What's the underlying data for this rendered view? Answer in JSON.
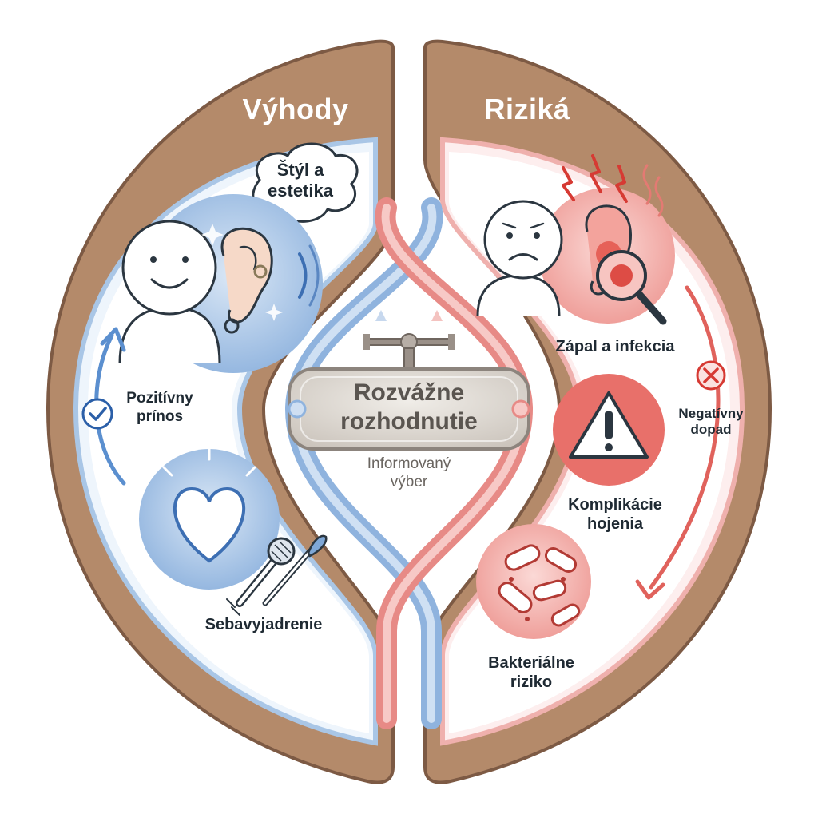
{
  "sections": {
    "benefits": {
      "title": "Výhody",
      "items": {
        "style": {
          "line1": "Štýl a",
          "line2": "estetika"
        },
        "positive": {
          "line1": "Pozitívny",
          "line2": "prínos"
        },
        "expression": {
          "label": "Sebavyjadrenie"
        }
      }
    },
    "risks": {
      "title": "Riziká",
      "items": {
        "inflammation": {
          "label": "Zápal a infekcia"
        },
        "negative": {
          "line1": "Negatívny",
          "line2": "dopad"
        },
        "complications": {
          "line1": "Komplikácie",
          "line2": "hojenia"
        },
        "bacteria": {
          "line1": "Bakteriálne",
          "line2": "riziko"
        }
      }
    }
  },
  "center": {
    "line1": "Rozvážne",
    "line2": "rozhodnutie",
    "subtitle_line1": "Informovaný",
    "subtitle_line2": "výber"
  },
  "colors": {
    "frame": "#b48a6a",
    "benefit_blue": "#7fa7d6",
    "risk_red": "#e46a6a"
  }
}
